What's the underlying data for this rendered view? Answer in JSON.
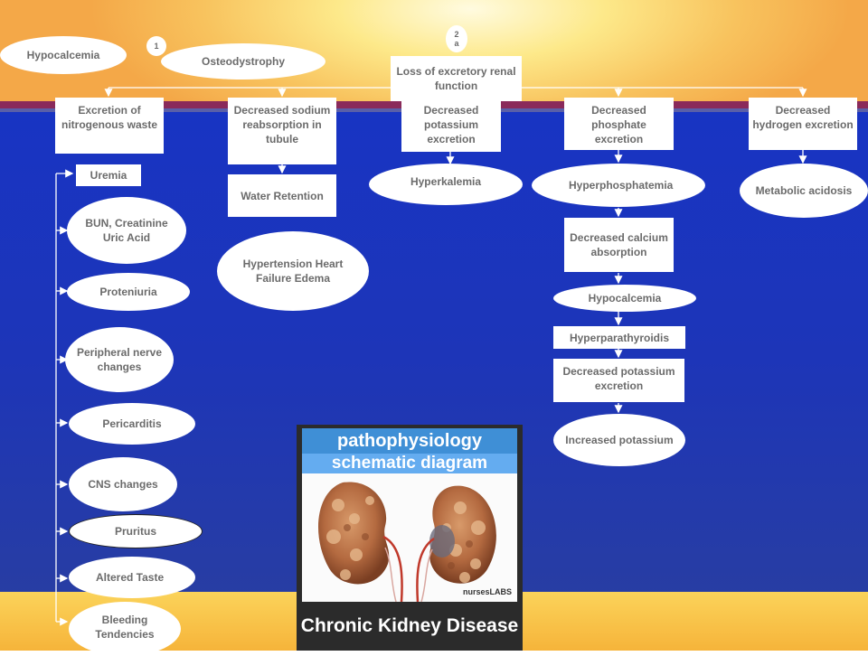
{
  "badges": {
    "one": "1",
    "two": "2",
    "two_sub": "a"
  },
  "header": {
    "hypocalcemia": "Hypocalcemia",
    "osteodystrophy": "Osteodystrophy",
    "loss": "Loss of excretory renal function"
  },
  "columns": {
    "nitrogen": "Excretion of nitrogenous waste",
    "sodium": "Decreased sodium reabsorption in tubule",
    "potassium": "Decreased potassium excretion",
    "phosphate": "Decreased phosphate excretion",
    "hydrogen": "Decreased hydrogen excretion"
  },
  "uremia": {
    "title": "Uremia",
    "items": [
      "BUN, Creatinine Uric Acid",
      "Proteniuria",
      "Peripheral nerve changes",
      "Pericarditis",
      "CNS changes",
      "Pruritus",
      "Altered Taste",
      "Bleeding Tendencies"
    ]
  },
  "sodium_chain": {
    "water": "Water Retention",
    "htn": "Hypertension Heart Failure Edema"
  },
  "potassium_chain": {
    "hyperkalemia": "Hyperkalemia"
  },
  "phosphate_chain": {
    "hyperphos": "Hyperphosphatemia",
    "calcium": "Decreased calcium absorption",
    "hypocalcemia": "Hypocalcemia",
    "hyperpara": "Hyperparathyroidis",
    "decreased_potassium": "Decreased potassium excretion",
    "increased_potassium": "Increased potassium"
  },
  "hydrogen_chain": {
    "acidosis": "Metabolic acidosis"
  },
  "poster": {
    "line1": "pathophysiology",
    "line2": "schematic diagram",
    "brand": "nursesLABS",
    "caption": "Chronic Kidney Disease"
  },
  "colors": {
    "background": "#1a34c2",
    "box": "#ffffff",
    "text": "#6b6b6b",
    "stripe": "#8a2a5a",
    "floor": "#f6b43a"
  }
}
